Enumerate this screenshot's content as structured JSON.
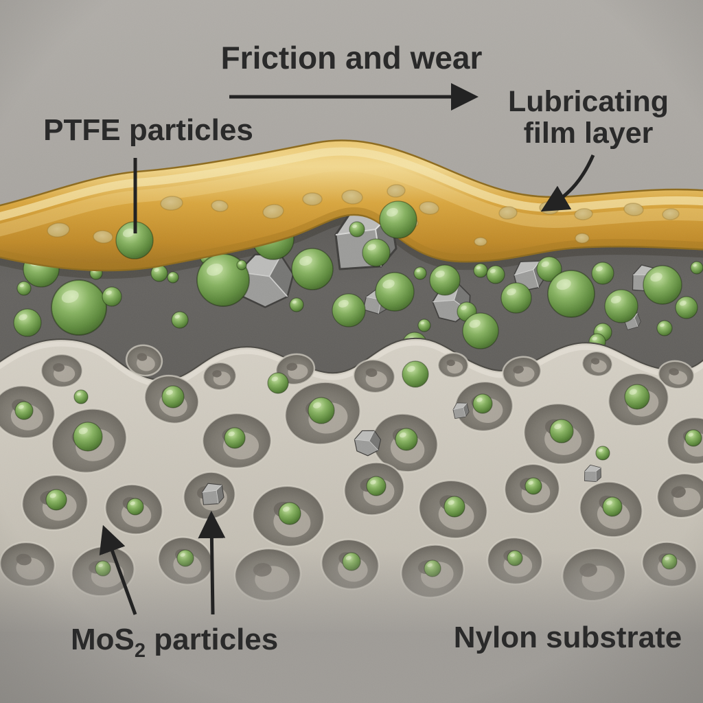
{
  "annotations": {
    "friction": {
      "text": "Friction and wear"
    },
    "ptfe": {
      "text": "PTFE particles"
    },
    "lubricating": {
      "line1": "Lubricating",
      "line2": "film layer"
    },
    "mos2": {
      "pre": "MoS",
      "sub": "2",
      "post": " particles"
    },
    "nylon": {
      "text": "Nylon substrate"
    }
  },
  "colors": {
    "background_top": "#b0ada8",
    "background_bottom": "#98948f",
    "bottom_band": "#9f9c97",
    "text": "#2a2a2a",
    "arrow": "#232323",
    "film_highlight": "#f2d88e",
    "film_base": "#d9a63e",
    "film_shadow": "#9c7020",
    "film_blob": "#d6c48c",
    "matrix_top": "#555350",
    "matrix_bottom": "#656360",
    "ptfe_green_light": "#c9e4a6",
    "ptfe_green_mid": "#86b260",
    "ptfe_green_dark": "#3d5f26",
    "mos2_top": "#bcbcba",
    "mos2_front": "#9c9c9a",
    "mos2_side": "#767674",
    "substrate_wall_light": "#d6d1c6",
    "substrate_wall": "#b6b1a6",
    "substrate_pore": "#8e8a82",
    "substrate_pore_deep": "#615d56"
  },
  "particles": {
    "composite_spheres": [
      [
        60,
        392,
        26
      ],
      [
        115,
        448,
        40
      ],
      [
        40,
        470,
        20
      ],
      [
        88,
        512,
        15
      ],
      [
        163,
        432,
        14
      ],
      [
        232,
        398,
        12
      ],
      [
        262,
        466,
        12
      ],
      [
        300,
        376,
        8
      ],
      [
        325,
        408,
        38
      ],
      [
        398,
        348,
        30
      ],
      [
        432,
        444,
        10
      ],
      [
        455,
        392,
        30
      ],
      [
        508,
        452,
        24
      ],
      [
        548,
        368,
        20
      ],
      [
        520,
        334,
        11
      ],
      [
        575,
        425,
        28
      ],
      [
        612,
        398,
        9
      ],
      [
        648,
        408,
        22
      ],
      [
        700,
        394,
        10
      ],
      [
        722,
        400,
        13
      ],
      [
        752,
        434,
        22
      ],
      [
        800,
        392,
        18
      ],
      [
        832,
        428,
        34
      ],
      [
        878,
        398,
        16
      ],
      [
        905,
        446,
        24
      ],
      [
        965,
        415,
        28
      ],
      [
        1000,
        448,
        16
      ],
      [
        1015,
        390,
        9
      ],
      [
        968,
        478,
        11
      ],
      [
        878,
        484,
        13
      ],
      [
        680,
        454,
        14
      ],
      [
        618,
        474,
        9
      ],
      [
        252,
        404,
        8
      ],
      [
        352,
        386,
        7
      ],
      [
        140,
        398,
        9
      ],
      [
        35,
        420,
        10
      ],
      [
        700,
        482,
        26
      ],
      [
        604,
        502,
        18
      ],
      [
        870,
        498,
        12
      ]
    ],
    "over_film_spheres": [
      [
        196,
        350,
        27
      ],
      [
        580,
        320,
        27
      ]
    ],
    "composite_rocks": [
      [
        527,
        350,
        50,
        0,
        "A"
      ],
      [
        386,
        408,
        42,
        12,
        "B"
      ],
      [
        546,
        440,
        19,
        20,
        "A"
      ],
      [
        658,
        442,
        29,
        0,
        "B"
      ],
      [
        768,
        402,
        25,
        -8,
        "A"
      ],
      [
        938,
        406,
        22,
        8,
        "A"
      ],
      [
        920,
        468,
        13,
        -12,
        "A"
      ]
    ],
    "substrate_spheres": [
      [
        35,
        598,
        13
      ],
      [
        128,
        636,
        21
      ],
      [
        252,
        578,
        16
      ],
      [
        342,
        638,
        15
      ],
      [
        468,
        598,
        19
      ],
      [
        592,
        640,
        16
      ],
      [
        703,
        588,
        14
      ],
      [
        818,
        628,
        17
      ],
      [
        928,
        578,
        18
      ],
      [
        1010,
        638,
        12
      ],
      [
        82,
        728,
        15
      ],
      [
        197,
        738,
        12
      ],
      [
        422,
        748,
        16
      ],
      [
        548,
        708,
        14
      ],
      [
        662,
        738,
        15
      ],
      [
        777,
        708,
        12
      ],
      [
        892,
        738,
        14
      ],
      [
        270,
        813,
        12
      ],
      [
        512,
        818,
        13
      ],
      [
        750,
        813,
        11
      ],
      [
        150,
        828,
        11
      ],
      [
        975,
        818,
        11
      ],
      [
        630,
        828,
        12
      ],
      [
        605,
        545,
        19
      ],
      [
        405,
        558,
        15
      ],
      [
        118,
        578,
        10
      ],
      [
        878,
        660,
        10
      ]
    ],
    "substrate_rocks": [
      [
        308,
        720,
        18,
        0,
        "A"
      ],
      [
        535,
        645,
        20,
        10,
        "B"
      ],
      [
        670,
        598,
        13,
        -5,
        "A"
      ],
      [
        862,
        690,
        14,
        8,
        "A"
      ]
    ],
    "film_blobs": [
      [
        85,
        335,
        16,
        10,
        -6
      ],
      [
        150,
        345,
        14,
        9,
        4
      ],
      [
        250,
        296,
        16,
        10,
        -4
      ],
      [
        320,
        300,
        12,
        8,
        6
      ],
      [
        398,
        308,
        15,
        10,
        -8
      ],
      [
        455,
        290,
        14,
        9,
        0
      ],
      [
        513,
        287,
        15,
        10,
        5
      ],
      [
        577,
        278,
        13,
        9,
        -5
      ],
      [
        625,
        303,
        14,
        9,
        6
      ],
      [
        740,
        310,
        13,
        9,
        -4
      ],
      [
        800,
        303,
        14,
        9,
        4
      ],
      [
        850,
        312,
        13,
        8,
        -6
      ],
      [
        923,
        305,
        14,
        9,
        5
      ],
      [
        977,
        312,
        12,
        8,
        -4
      ],
      [
        848,
        347,
        10,
        7,
        0
      ],
      [
        700,
        352,
        9,
        6,
        0
      ],
      [
        600,
        325,
        9,
        6,
        0
      ]
    ],
    "pores": [
      [
        90,
        540,
        30,
        24,
        0
      ],
      [
        210,
        525,
        26,
        22,
        10
      ],
      [
        320,
        548,
        24,
        20,
        -6
      ],
      [
        430,
        538,
        28,
        22,
        -8
      ],
      [
        545,
        548,
        30,
        24,
        6
      ],
      [
        660,
        532,
        22,
        18,
        0
      ],
      [
        760,
        542,
        28,
        22,
        -10
      ],
      [
        870,
        530,
        22,
        18,
        6
      ],
      [
        985,
        546,
        26,
        20,
        8
      ],
      [
        35,
        600,
        45,
        38,
        10
      ],
      [
        130,
        642,
        55,
        46,
        -15
      ],
      [
        250,
        582,
        40,
        34,
        20
      ],
      [
        345,
        642,
        50,
        40,
        0
      ],
      [
        470,
        602,
        55,
        45,
        -10
      ],
      [
        590,
        645,
        48,
        42,
        15
      ],
      [
        705,
        592,
        42,
        36,
        -5
      ],
      [
        815,
        632,
        52,
        44,
        8
      ],
      [
        930,
        582,
        44,
        38,
        -12
      ],
      [
        1012,
        642,
        40,
        34,
        0
      ],
      [
        80,
        732,
        48,
        40,
        -8
      ],
      [
        195,
        742,
        42,
        36,
        12
      ],
      [
        305,
        722,
        38,
        34,
        -18
      ],
      [
        420,
        752,
        52,
        44,
        6
      ],
      [
        545,
        712,
        44,
        38,
        -14
      ],
      [
        660,
        742,
        50,
        42,
        10
      ],
      [
        775,
        712,
        40,
        36,
        -6
      ],
      [
        890,
        742,
        46,
        40,
        14
      ],
      [
        995,
        722,
        38,
        32,
        -10
      ],
      [
        40,
        822,
        40,
        32,
        6
      ],
      [
        150,
        832,
        46,
        36,
        -10
      ],
      [
        270,
        817,
        40,
        34,
        16
      ],
      [
        390,
        837,
        48,
        38,
        -4
      ],
      [
        510,
        822,
        42,
        36,
        10
      ],
      [
        630,
        832,
        46,
        38,
        -12
      ],
      [
        750,
        817,
        40,
        34,
        4
      ],
      [
        865,
        837,
        46,
        38,
        -8
      ],
      [
        975,
        822,
        40,
        32,
        12
      ]
    ]
  }
}
